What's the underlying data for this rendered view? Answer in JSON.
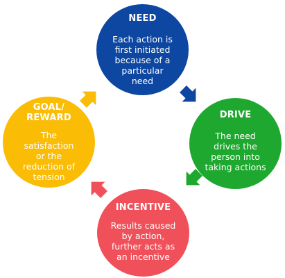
{
  "colors": {
    "need": "#0d47a1",
    "drive": "#1ea82f",
    "incentive": "#f0505a",
    "goal": "#fbbc05"
  },
  "nodes": {
    "need": {
      "title": "NEED",
      "body": "Each action is\nfirst initiated\nbecause of a\nparticular\nneed"
    },
    "drive": {
      "title": "DRIVE",
      "body": "The need\ndrives the\nperson into\ntaking actions"
    },
    "incentive": {
      "title": "INCENTIVE",
      "body": "Results caused\nby action,\nfurther acts as\nan incentive"
    },
    "goal": {
      "title": "GOAL/\nREWARD",
      "body": "The\nsatisfaction\nor the\nreduction of\ntension"
    }
  },
  "arrows": [
    {
      "from": "need",
      "to": "drive",
      "icon": "arrow-icon"
    },
    {
      "from": "drive",
      "to": "incentive",
      "icon": "arrow-icon"
    },
    {
      "from": "incentive",
      "to": "goal",
      "icon": "arrow-icon"
    },
    {
      "from": "goal",
      "to": "need",
      "icon": "arrow-icon"
    }
  ]
}
